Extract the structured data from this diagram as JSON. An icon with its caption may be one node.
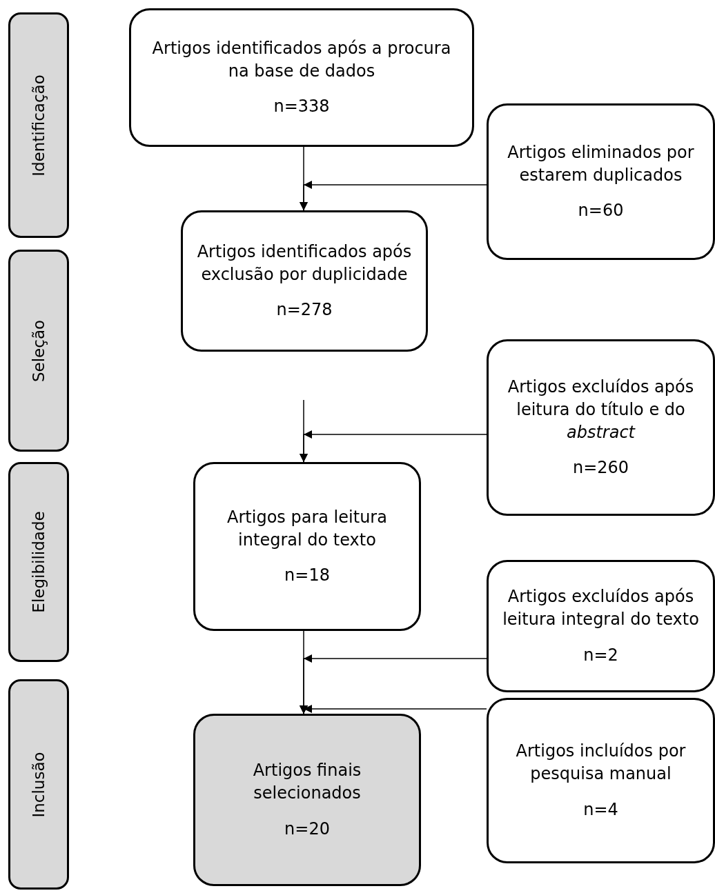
{
  "diagram": {
    "nodes": [
      {
        "text": [
          "Identificação"
        ]
      },
      {
        "text": [
          "Seleção"
        ]
      },
      {
        "text": [
          "Elegibilidade"
        ]
      },
      {
        "text": [
          "Inclusão"
        ]
      },
      {
        "text": [
          "Artigos identificados após a procura na base de dados",
          "n=338"
        ]
      },
      {
        "text": [
          "Artigos eliminados por estarem duplicados",
          "n=60"
        ]
      },
      {
        "text": [
          "Artigos identificados após exclusão por duplicidade",
          "n=278"
        ]
      },
      {
        "text": [
          "Artigos excluídos após leitura do título e do *abstract*",
          "n=260"
        ]
      },
      {
        "text": [
          "Artigos para leitura integral do texto",
          "n=18"
        ]
      },
      {
        "text": [
          "Artigos excluídos após leitura integral do texto",
          "n=2"
        ]
      },
      {
        "text": [
          "Artigos incluídos por pesquisa manual",
          "n=4"
        ]
      },
      {
        "text": [
          "Artigos finais selecionados",
          "n=20"
        ]
      }
    ],
    "edges": [
      {
        "from": 4,
        "to": 6,
        "arrow": "to"
      },
      {
        "from": 5,
        "to": 6,
        "arrow": "to"
      },
      {
        "from": 6,
        "to": 8,
        "arrow": "to"
      },
      {
        "from": 7,
        "to": 8,
        "arrow": "to"
      },
      {
        "from": 8,
        "to": 11,
        "arrow": "to"
      },
      {
        "from": 9,
        "to": 11,
        "arrow": "to"
      },
      {
        "from": 10,
        "to": 11,
        "arrow": "to"
      }
    ]
  }
}
